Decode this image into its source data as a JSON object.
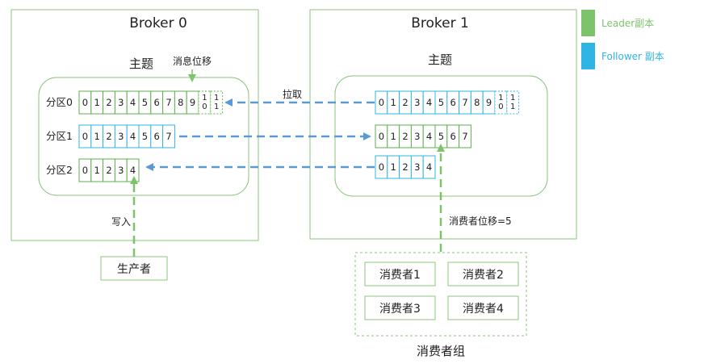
{
  "legend": {
    "leader_label": "Leader副本",
    "follower_label": "Follower 副本",
    "leader_color": "#7cc36a",
    "follower_color": "#2fb4e6"
  },
  "colors": {
    "broker_border": "#8bc37d",
    "leader_cell": "#5fae4f",
    "follower_cell": "#2fb4e6",
    "arrow_blue": "#5b9bd5",
    "arrow_green": "#7cc36a"
  },
  "broker0": {
    "title": "Broker 0",
    "topic_label": "主题",
    "offset_label": "消息位移",
    "partitions": [
      {
        "label": "分区0",
        "role": "leader",
        "cells": [
          "0",
          "1",
          "2",
          "3",
          "4",
          "5",
          "6",
          "7",
          "8",
          "9"
        ],
        "extra_cells": [
          "1 0",
          "1 1"
        ]
      },
      {
        "label": "分区1",
        "role": "follower",
        "cells": [
          "0",
          "1",
          "2",
          "3",
          "4",
          "5",
          "6",
          "7"
        ],
        "extra_cells": []
      },
      {
        "label": "分区2",
        "role": "leader",
        "cells": [
          "0",
          "1",
          "2",
          "3",
          "4"
        ],
        "extra_cells": []
      }
    ]
  },
  "broker1": {
    "title": "Broker 1",
    "topic_label": "主题",
    "partitions": [
      {
        "role": "follower",
        "cells": [
          "0",
          "1",
          "2",
          "3",
          "4",
          "5",
          "6",
          "7",
          "8",
          "9"
        ],
        "extra_cells": [
          "1 0",
          "1 1"
        ]
      },
      {
        "role": "leader",
        "cells": [
          "0",
          "1",
          "2",
          "3",
          "4",
          "5",
          "6",
          "7"
        ],
        "extra_cells": []
      },
      {
        "role": "follower",
        "cells": [
          "0",
          "1",
          "2",
          "3",
          "4"
        ],
        "extra_cells": []
      }
    ]
  },
  "pull_label": "拉取",
  "write_label": "写入",
  "producer_label": "生产者",
  "consumer_offset_label": "消费者位移=5",
  "consumer_group_label": "消费者组",
  "consumers": [
    "消费者1",
    "消费者2",
    "消费者3",
    "消费者4"
  ]
}
